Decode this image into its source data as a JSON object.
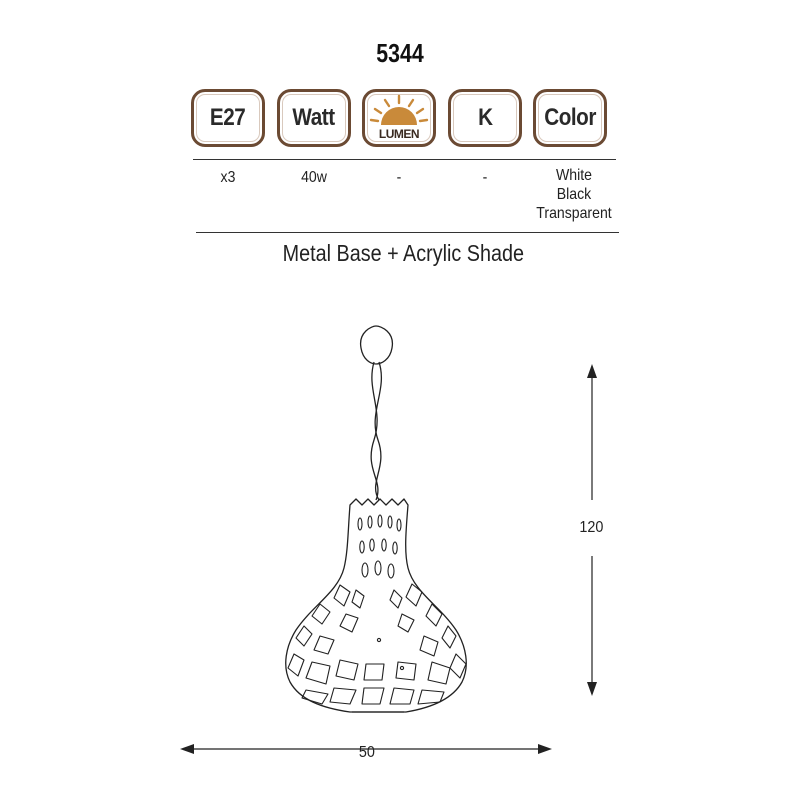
{
  "model_number": "5344",
  "specs": {
    "headers": [
      "E27",
      "Watt",
      "LUMEN",
      "K",
      "Color"
    ],
    "values": {
      "socket": "x3",
      "watt": "40w",
      "lumen": "-",
      "kelvin": "-",
      "colors": [
        "White",
        "Black",
        "Transparent"
      ]
    }
  },
  "material": "Metal Base + Acrylic Shade",
  "dimensions": {
    "height": "120",
    "width": "50"
  },
  "colors": {
    "badge_border": "#6b4a33",
    "sun_icon": "#c98a3a",
    "line": "#222222"
  }
}
